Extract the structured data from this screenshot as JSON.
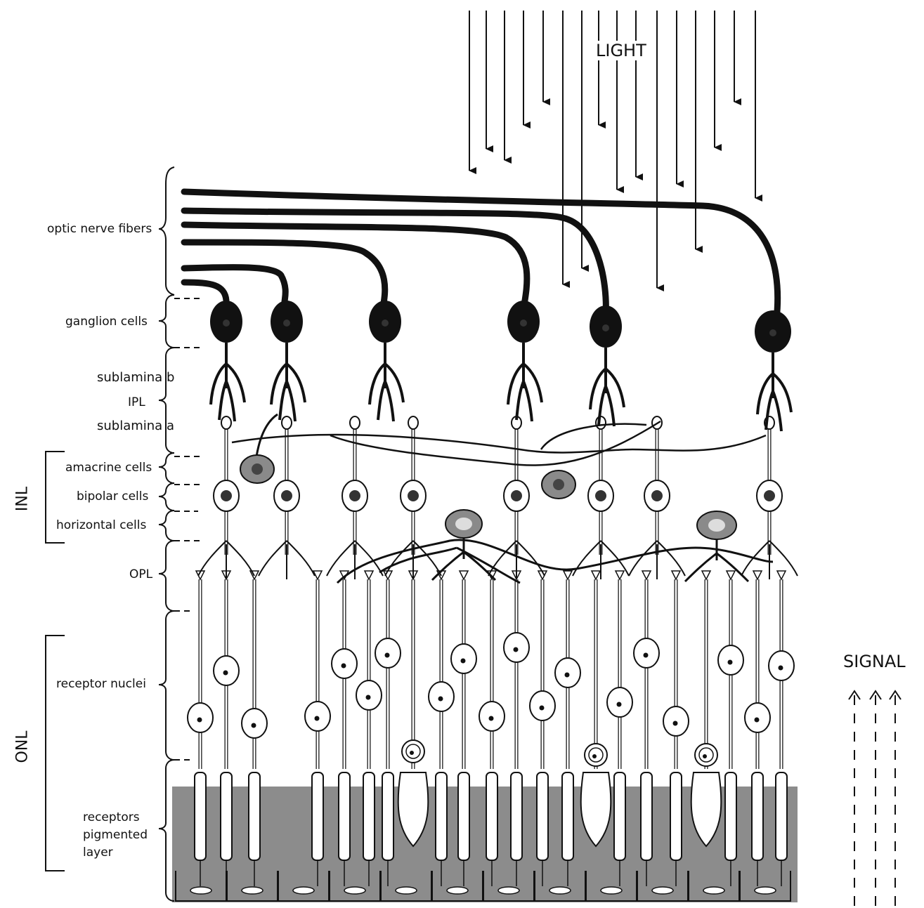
{
  "light_label": "LIGHT",
  "signal_label": "SIGNAL",
  "side_labels": {
    "inl": "INL",
    "onl": "ONL"
  },
  "layer_labels": {
    "optic_nerve_fibers": "optic nerve fibers",
    "ganglion_cells": "ganglion cells",
    "sublamina_b": "sublamina b",
    "ipl": "IPL",
    "sublamina_a": "sublamina a",
    "amacrine_cells": "amacrine cells",
    "bipolar_cells": "bipolar cells",
    "horizontal_cells": "horizontal cells",
    "opl": "OPL",
    "receptor_nuclei": "receptor nuclei",
    "receptors_line1": "receptors",
    "receptors_line2": "pigmented",
    "receptors_line3": "layer"
  },
  "colors": {
    "ink": "#111111",
    "pigment": "#8c8c8c",
    "cell_gray": "#8a8a8a"
  }
}
